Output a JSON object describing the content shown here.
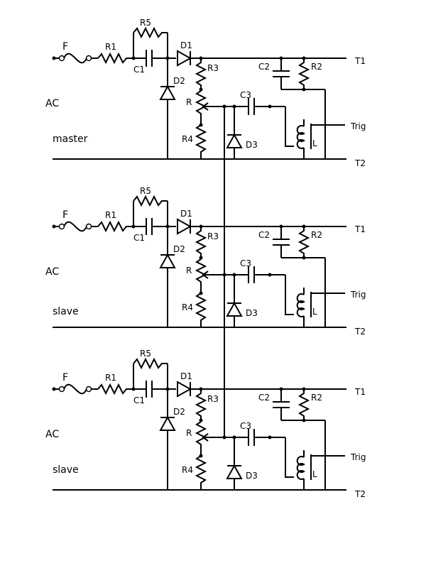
{
  "stages": [
    {
      "id": "stage-master",
      "role_label": "master",
      "labels": {
        "fuse": "F",
        "r1": "R1",
        "r5": "R5",
        "c1": "C1",
        "d1": "D1",
        "d2": "D2",
        "r3": "R3",
        "r": "R",
        "r4": "R4",
        "c2": "C2",
        "r2": "R2",
        "c3": "C3",
        "d3": "D3",
        "l": "L",
        "t1": "T1",
        "t2": "T2",
        "trig": "Trig",
        "ac": "AC"
      }
    },
    {
      "id": "stage-slave-1",
      "role_label": "slave",
      "labels": {
        "fuse": "F",
        "r1": "R1",
        "r5": "R5",
        "c1": "C1",
        "d1": "D1",
        "d2": "D2",
        "r3": "R3",
        "r": "R",
        "r4": "R4",
        "c2": "C2",
        "r2": "R2",
        "c3": "C3",
        "d3": "D3",
        "l": "L",
        "t1": "T1",
        "t2": "T2",
        "trig": "Trig",
        "ac": "AC"
      }
    },
    {
      "id": "stage-slave-2",
      "role_label": "slave",
      "labels": {
        "fuse": "F",
        "r1": "R1",
        "r5": "R5",
        "c1": "C1",
        "d1": "D1",
        "d2": "D2",
        "r3": "R3",
        "r": "R",
        "r4": "R4",
        "c2": "C2",
        "r2": "R2",
        "c3": "C3",
        "d3": "D3",
        "l": "L",
        "t1": "T1",
        "t2": "T2",
        "trig": "Trig",
        "ac": "AC"
      }
    }
  ]
}
